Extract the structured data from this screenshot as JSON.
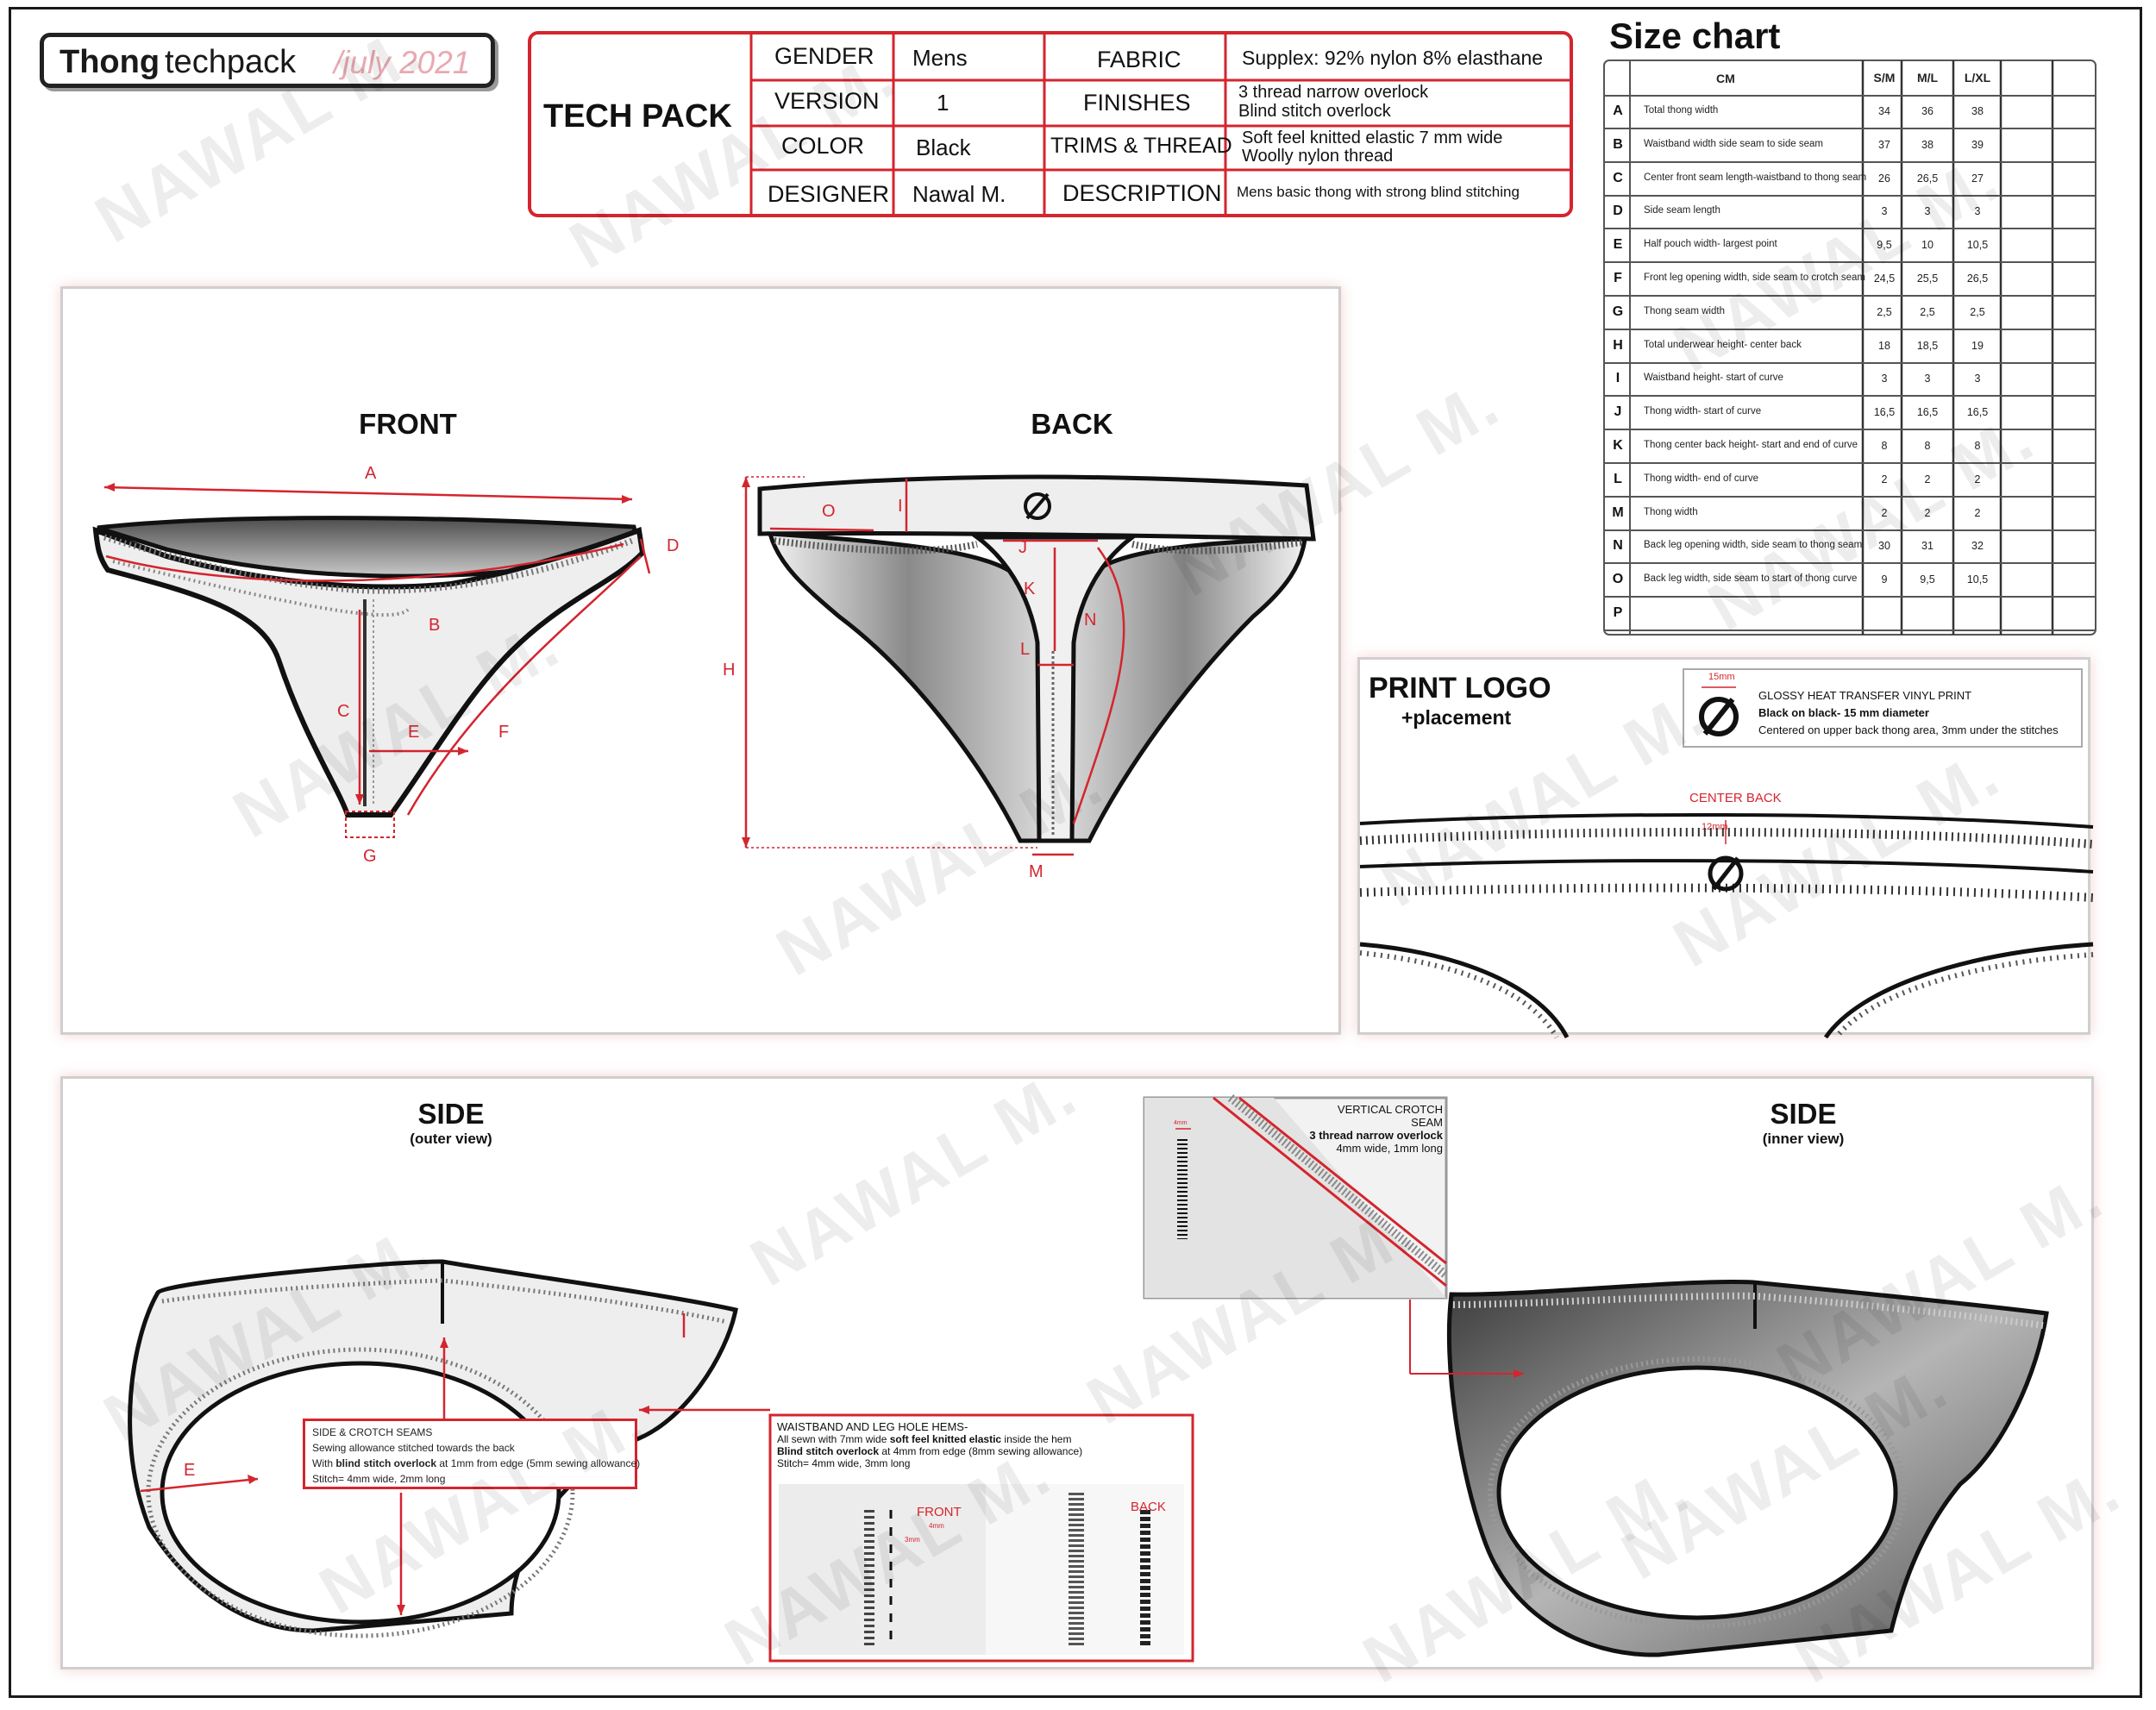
{
  "header": {
    "title_bold": "Thong",
    "title_rest": "techpack",
    "date": "/july 2021"
  },
  "techpack": {
    "title": "TECH PACK",
    "fields": [
      {
        "label": "GENDER",
        "value": "Mens"
      },
      {
        "label": "VERSION",
        "value": "1"
      },
      {
        "label": "COLOR",
        "value": "Black"
      },
      {
        "label": "DESIGNER",
        "value": "Nawal M."
      }
    ],
    "fields2": [
      {
        "label": "FABRIC",
        "value": "Supplex: 92% nylon 8% elasthane",
        "value2": ""
      },
      {
        "label": "FINISHES",
        "value": "3 thread narrow overlock",
        "value2": "Blind stitch overlock"
      },
      {
        "label": "TRIMS & THREAD",
        "value": "Soft feel knitted elastic 7 mm wide",
        "value2": "Woolly nylon thread"
      },
      {
        "label": "DESCRIPTION",
        "value": "Mens basic thong with strong blind stitching",
        "value2": ""
      }
    ]
  },
  "size_chart": {
    "title": "Size chart",
    "columns": [
      "CM",
      "S/M",
      "M/L",
      "L/XL"
    ],
    "rows": [
      {
        "letter": "A",
        "desc": "Total thong width",
        "sm": "34",
        "ml": "36",
        "lxl": "38"
      },
      {
        "letter": "B",
        "desc": "Waistband width side seam to side seam",
        "sm": "37",
        "ml": "38",
        "lxl": "39"
      },
      {
        "letter": "C",
        "desc": "Center front seam length-waistband to thong seam",
        "sm": "26",
        "ml": "26,5",
        "lxl": "27"
      },
      {
        "letter": "D",
        "desc": "Side seam length",
        "sm": "3",
        "ml": "3",
        "lxl": "3"
      },
      {
        "letter": "E",
        "desc": "Half pouch width- largest point",
        "sm": "9,5",
        "ml": "10",
        "lxl": "10,5"
      },
      {
        "letter": "F",
        "desc": "Front leg opening width, side seam to crotch seam",
        "sm": "24,5",
        "ml": "25,5",
        "lxl": "26,5"
      },
      {
        "letter": "G",
        "desc": "Thong seam width",
        "sm": "2,5",
        "ml": "2,5",
        "lxl": "2,5"
      },
      {
        "letter": "H",
        "desc": "Total underwear height- center back",
        "sm": "18",
        "ml": "18,5",
        "lxl": "19"
      },
      {
        "letter": "I",
        "desc": "Waistband height- start of curve",
        "sm": "3",
        "ml": "3",
        "lxl": "3"
      },
      {
        "letter": "J",
        "desc": "Thong width- start of curve",
        "sm": "16,5",
        "ml": "16,5",
        "lxl": "16,5"
      },
      {
        "letter": "K",
        "desc": "Thong center back height- start and end of curve",
        "sm": "8",
        "ml": "8",
        "lxl": "8"
      },
      {
        "letter": "L",
        "desc": "Thong width- end of curve",
        "sm": "2",
        "ml": "2",
        "lxl": "2"
      },
      {
        "letter": "M",
        "desc": "Thong width",
        "sm": "2",
        "ml": "2",
        "lxl": "2"
      },
      {
        "letter": "N",
        "desc": "Back leg opening width, side seam to thong seam",
        "sm": "30",
        "ml": "31",
        "lxl": "32"
      },
      {
        "letter": "O",
        "desc": "Back leg width, side seam to start of thong curve",
        "sm": "9",
        "ml": "9,5",
        "lxl": "10,5"
      },
      {
        "letter": "P",
        "desc": "",
        "sm": "",
        "ml": "",
        "lxl": ""
      }
    ]
  },
  "views": {
    "front": "FRONT",
    "back": "BACK",
    "side_outer": "SIDE",
    "side_outer_sub": "(outer view)",
    "side_inner": "SIDE",
    "side_inner_sub": "(inner view)"
  },
  "measure_letters": {
    "front": [
      "A",
      "B",
      "C",
      "D",
      "E",
      "F",
      "G"
    ],
    "back": [
      "O",
      "I",
      "J",
      "K",
      "L",
      "N",
      "H",
      "M"
    ],
    "side": "E"
  },
  "print_logo": {
    "title": "PRINT LOGO",
    "subtitle": "+placement",
    "dim": "15mm",
    "line1": "GLOSSY HEAT TRANSFER VINYL PRINT",
    "line2": "Black on black- 15 mm diameter",
    "line3": "Centered on upper back thong area, 3mm under the stitches",
    "center_back": "CENTER BACK",
    "offset": "12mm"
  },
  "notes": {
    "crotch": {
      "l1": "VERTICAL CROTCH SEAM",
      "l2": "3 thread narrow overlock",
      "l3": "4mm wide, 1mm long",
      "dim": "4mm"
    },
    "side_seams": {
      "l1": "SIDE & CROTCH SEAMS",
      "l2": "Sewing allowance stitched towards the back",
      "l3a": "With ",
      "l3b": "blind stitch overlock",
      "l3c": " at 1mm from edge (5mm sewing allowance)",
      "l4": "Stitch= 4mm wide, 2mm long"
    },
    "waistband": {
      "l1": "WAISTBAND AND LEG HOLE HEMS-",
      "l2a": "All sewn with 7mm wide ",
      "l2b": "soft feel knitted elastic",
      "l2c": " inside the hem",
      "l3a": "Blind stitch overlock",
      "l3b": " at 4mm from edge (8mm sewing allowance)",
      "l4": "Stitch= 4mm wide, 3mm long",
      "front": "FRONT",
      "back": "BACK",
      "dim1": "4mm",
      "dim2": "3mm"
    }
  },
  "watermark": "NAWAL M.",
  "colors": {
    "accent": "#d4252e",
    "ink": "#1a1a1a",
    "fill_dark": "#6b6b6b",
    "fill_light": "#eeeeee"
  }
}
